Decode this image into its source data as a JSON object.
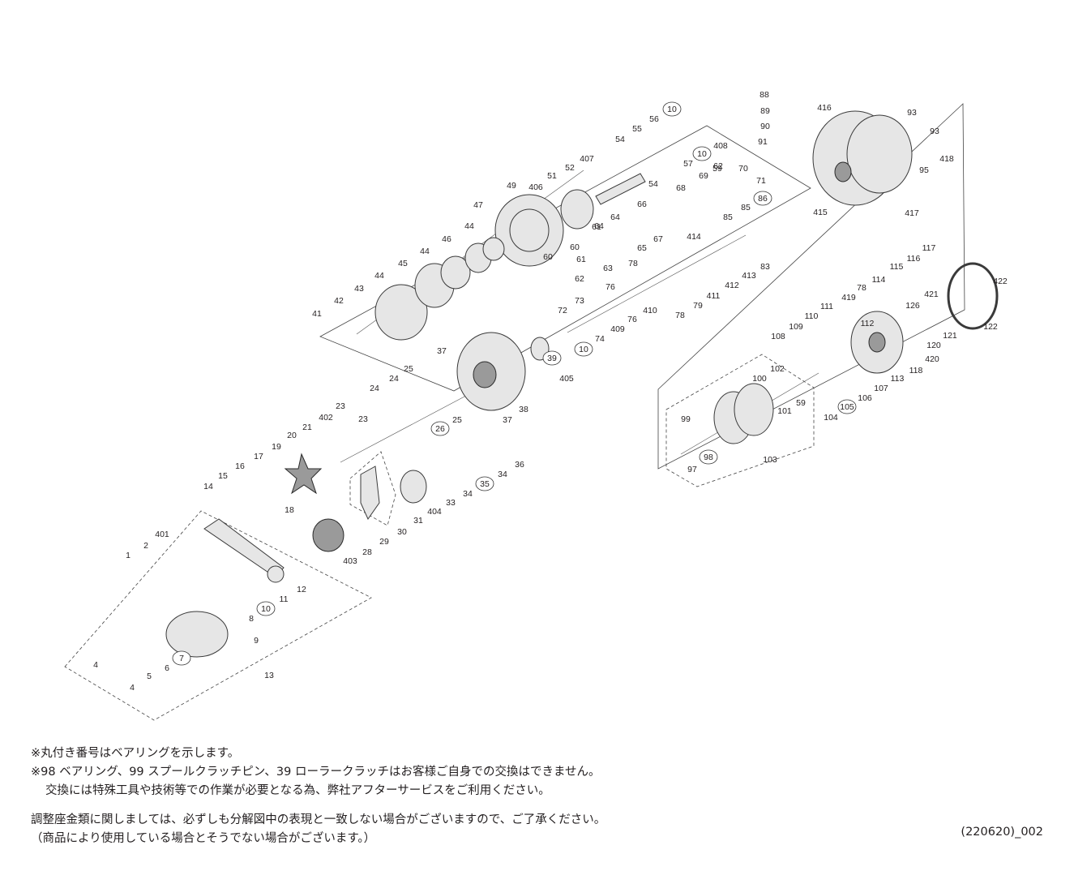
{
  "part_labels": {
    "plain": [
      "1",
      "2",
      "4",
      "4",
      "5",
      "6",
      "8",
      "9",
      "11",
      "12",
      "13",
      "14",
      "15",
      "16",
      "17",
      "18",
      "19",
      "20",
      "21",
      "23",
      "23",
      "24",
      "24",
      "25",
      "25",
      "28",
      "29",
      "30",
      "31",
      "33",
      "34",
      "34",
      "36",
      "37",
      "37",
      "38",
      "41",
      "42",
      "43",
      "44",
      "44",
      "44",
      "45",
      "46",
      "47",
      "49",
      "51",
      "52",
      "54",
      "54",
      "55",
      "56",
      "57",
      "59",
      "59",
      "60",
      "60",
      "61",
      "61",
      "62",
      "62",
      "63",
      "64",
      "64",
      "65",
      "66",
      "67",
      "68",
      "69",
      "70",
      "71",
      "72",
      "73",
      "74",
      "76",
      "76",
      "78",
      "78",
      "78",
      "79",
      "83",
      "85",
      "85",
      "88",
      "89",
      "90",
      "91",
      "93",
      "93",
      "95",
      "97",
      "99",
      "100",
      "101",
      "102",
      "103",
      "104",
      "106",
      "107",
      "108",
      "109",
      "110",
      "111",
      "112",
      "113",
      "114",
      "115",
      "116",
      "117",
      "118",
      "120",
      "121",
      "122",
      "126",
      "401",
      "402",
      "403",
      "404",
      "405",
      "406",
      "407",
      "408",
      "409",
      "410",
      "411",
      "412",
      "413",
      "414",
      "415",
      "416",
      "417",
      "418",
      "419",
      "420",
      "421",
      "422"
    ],
    "circled": [
      "7",
      "10",
      "10",
      "10",
      "10",
      "26",
      "35",
      "39",
      "86",
      "98",
      "105"
    ]
  },
  "notes": {
    "line1": "※丸付き番号はベアリングを示します。",
    "line2": "※98 ベアリング、99 スプールクラッチピン、39 ローラークラッチはお客様ご自身での交換はできません。",
    "line3": "交換には特殊工具や技術等での作業が必要となる為、弊社アフターサービスをご利用ください。",
    "line4": "調整座金類に関しましては、必ずしも分解図中の表現と一致しない場合がございますので、ご了承ください。",
    "line5": "（商品により使用している場合とそうでない場合がございます。）"
  },
  "doc_code": "(220620)_002"
}
